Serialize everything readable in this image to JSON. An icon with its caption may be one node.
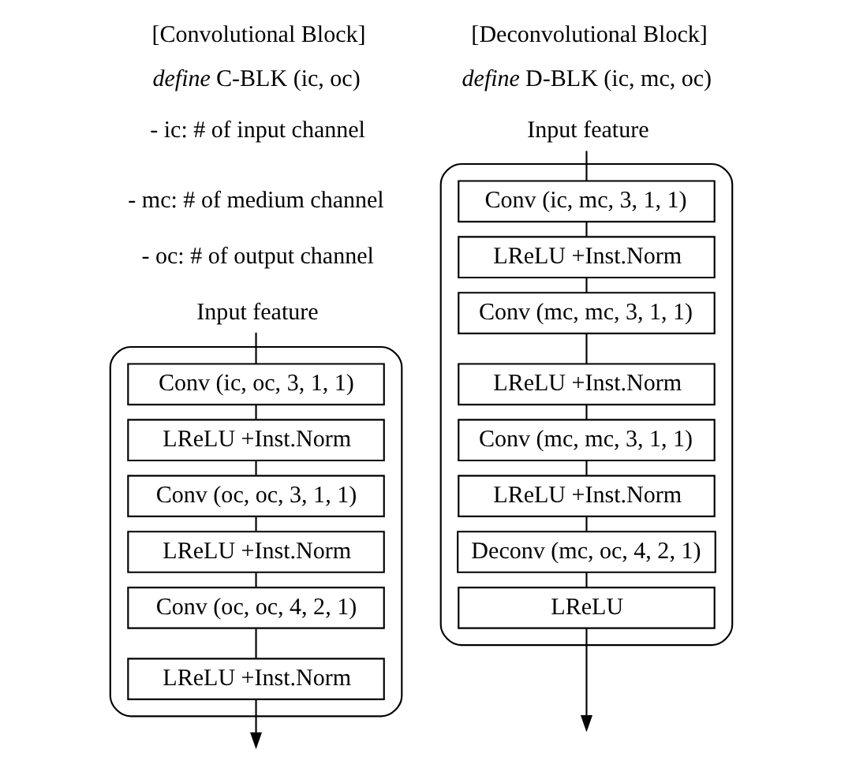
{
  "diagram": {
    "nodes": [
      {
        "text": [
          "Input feature"
        ]
      },
      {
        "text": [],
        "shape": "box"
      },
      {
        "text": [
          "Conv (ic, oc, 3, 1, 1)"
        ],
        "in": 1
      },
      {
        "text": [
          "LReLU +Inst.Norm"
        ],
        "in": 1
      },
      {
        "text": [
          "Conv (oc, oc, 3, 1, 1)"
        ],
        "in": 1
      },
      {
        "text": [
          "LReLU +Inst.Norm"
        ],
        "in": 1
      },
      {
        "text": [
          "Conv (oc, oc, 4, 2, 1)"
        ],
        "in": 1
      },
      {
        "text": [
          "LReLU +Inst.Norm"
        ],
        "in": 1
      },
      {
        "text": [
          "Input feature"
        ]
      },
      {
        "text": [],
        "shape": "box"
      },
      {
        "text": [
          "Conv (ic, mc, 3, 1, 1)"
        ],
        "in": 9
      },
      {
        "text": [
          "LReLU +Inst.Norm"
        ],
        "in": 9
      },
      {
        "text": [
          "Conv (mc, mc, 3, 1, 1)"
        ],
        "in": 9
      },
      {
        "text": [
          "LReLU +Inst.Norm"
        ],
        "in": 9
      },
      {
        "text": [
          "Conv (mc, mc, 3, 1, 1)"
        ],
        "in": 9
      },
      {
        "text": [
          "LReLU +Inst.Norm"
        ],
        "in": 9
      },
      {
        "text": [
          "Deconv (mc, oc, 4, 2, 1)"
        ],
        "in": 9
      },
      {
        "text": [
          "LReLU"
        ],
        "in": 9
      }
    ],
    "edges": [
      {
        "from": 0,
        "to": 2,
        "arrow": "none"
      },
      {
        "from": 2,
        "to": 3,
        "arrow": "none"
      },
      {
        "from": 3,
        "to": 4,
        "arrow": "none"
      },
      {
        "from": 4,
        "to": 5,
        "arrow": "none"
      },
      {
        "from": 5,
        "to": 6,
        "arrow": "none"
      },
      {
        "from": 6,
        "to": 7,
        "arrow": "none"
      },
      {
        "from": 7,
        "to": null,
        "arrow": "to"
      },
      {
        "from": 8,
        "to": 10,
        "arrow": "none"
      },
      {
        "from": 10,
        "to": 11,
        "arrow": "none"
      },
      {
        "from": 11,
        "to": 12,
        "arrow": "none"
      },
      {
        "from": 12,
        "to": 13,
        "arrow": "none"
      },
      {
        "from": 13,
        "to": 14,
        "arrow": "none"
      },
      {
        "from": 14,
        "to": 15,
        "arrow": "none"
      },
      {
        "from": 15,
        "to": 16,
        "arrow": "none"
      },
      {
        "from": 16,
        "to": 17,
        "arrow": "none"
      },
      {
        "from": 17,
        "to": null,
        "arrow": "to"
      }
    ],
    "labels": [
      "[Convolutional Block]",
      "*define* C-BLK (ic, oc)",
      "- ic: # of input channel",
      "- mc: # of medium channel",
      "- oc: # of output channel",
      "[Deconvolutional Block]",
      "*define* D-BLK (ic, mc, oc)"
    ]
  }
}
